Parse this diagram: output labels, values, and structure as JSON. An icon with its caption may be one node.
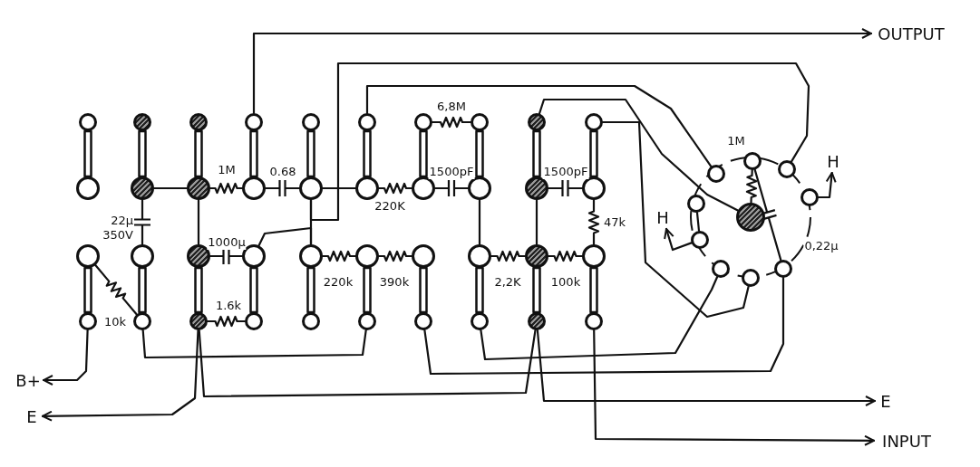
{
  "diagram": {
    "nodes": [
      {
        "text": [],
        "shape": "circle"
      },
      {
        "text": [],
        "shape": "circle"
      },
      {
        "text": [],
        "shape": "circle"
      },
      {
        "text": [],
        "shape": "circle"
      },
      {
        "text": [],
        "shape": "circle"
      },
      {
        "text": [],
        "shape": "circle"
      },
      {
        "text": [],
        "shape": "circle"
      },
      {
        "text": [],
        "shape": "circle"
      },
      {
        "text": [],
        "shape": "circle"
      },
      {
        "text": [],
        "shape": "circle"
      },
      {
        "text": [],
        "shape": "circle"
      },
      {
        "text": [],
        "shape": "circle"
      },
      {
        "text": [],
        "shape": "circle"
      },
      {
        "text": [],
        "shape": "circle"
      },
      {
        "text": [],
        "shape": "circle"
      },
      {
        "text": [],
        "shape": "circle"
      },
      {
        "text": [],
        "shape": "circle"
      },
      {
        "text": [],
        "shape": "circle"
      },
      {
        "text": [],
        "shape": "circle"
      },
      {
        "text": [],
        "shape": "circle"
      },
      {
        "text": [],
        "shape": "circle"
      },
      {
        "text": [],
        "shape": "circle"
      },
      {
        "text": [],
        "shape": "circle"
      },
      {
        "text": [],
        "shape": "circle"
      },
      {
        "text": [],
        "shape": "circle"
      },
      {
        "text": [],
        "shape": "circle"
      },
      {
        "text": [],
        "shape": "circle"
      },
      {
        "text": [],
        "shape": "circle"
      },
      {
        "text": [],
        "shape": "circle"
      },
      {
        "text": [],
        "shape": "circle"
      },
      {
        "text": [],
        "shape": "circle"
      },
      {
        "text": [],
        "shape": "circle"
      },
      {
        "text": [],
        "shape": "circle"
      },
      {
        "text": [],
        "shape": "circle"
      },
      {
        "text": [],
        "shape": "circle"
      },
      {
        "text": [],
        "shape": "circle"
      },
      {
        "text": [],
        "shape": "circle"
      },
      {
        "text": [],
        "shape": "circle"
      },
      {
        "text": [],
        "shape": "circle"
      },
      {
        "text": [],
        "shape": "circle"
      },
      {
        "text": [],
        "shape": "circle"
      },
      {
        "text": [],
        "shape": "circle"
      },
      {
        "text": [],
        "shape": "circle"
      },
      {
        "text": [],
        "shape": "circle"
      },
      {
        "text": [],
        "shape": "circle"
      },
      {
        "text": [],
        "shape": "circle"
      },
      {
        "text": [],
        "shape": "circle"
      },
      {
        "text": [],
        "shape": "circle"
      },
      {
        "text": [],
        "shape": "circle"
      },
      {
        "text": [],
        "shape": "circle"
      },
      {
        "text": [
          "OUTPUT"
        ]
      },
      {
        "text": [
          "H"
        ]
      },
      {
        "text": [
          "H"
        ]
      },
      {
        "text": [
          "B+"
        ]
      },
      {
        "text": [
          "E"
        ]
      },
      {
        "text": [
          "E"
        ]
      },
      {
        "text": [
          "INPUT"
        ]
      }
    ],
    "edges": [
      {
        "from": 0,
        "to": 10,
        "arrow": "none",
        "style": "thick"
      },
      {
        "from": 20,
        "to": 30,
        "arrow": "none",
        "style": "thick"
      },
      {
        "from": 1,
        "to": 11,
        "arrow": "none",
        "style": "thick"
      },
      {
        "from": 21,
        "to": 31,
        "arrow": "none",
        "style": "thick"
      },
      {
        "from": 2,
        "to": 12,
        "arrow": "none",
        "style": "thick"
      },
      {
        "from": 22,
        "to": 32,
        "arrow": "none",
        "style": "thick"
      },
      {
        "from": 3,
        "to": 13,
        "arrow": "none",
        "style": "thick"
      },
      {
        "from": 23,
        "to": 33,
        "arrow": "none",
        "style": "thick"
      },
      {
        "from": 4,
        "to": 14,
        "arrow": "none",
        "style": "thick"
      },
      {
        "from": 24,
        "to": 34,
        "arrow": "none",
        "style": "thick"
      },
      {
        "from": 5,
        "to": 15,
        "arrow": "none",
        "style": "thick"
      },
      {
        "from": 25,
        "to": 35,
        "arrow": "none",
        "style": "thick"
      },
      {
        "from": 6,
        "to": 16,
        "arrow": "none",
        "style": "thick"
      },
      {
        "from": 26,
        "to": 36,
        "arrow": "none",
        "style": "thick"
      },
      {
        "from": 7,
        "to": 17,
        "arrow": "none",
        "style": "thick"
      },
      {
        "from": 27,
        "to": 37,
        "arrow": "none",
        "style": "thick"
      },
      {
        "from": 8,
        "to": 18,
        "arrow": "none",
        "style": "thick"
      },
      {
        "from": 28,
        "to": 38,
        "arrow": "none",
        "style": "thick"
      },
      {
        "from": 9,
        "to": 19,
        "arrow": "none",
        "style": "thick"
      },
      {
        "from": 29,
        "to": 39,
        "arrow": "none",
        "style": "thick"
      },
      {
        "from": 11,
        "to": 12,
        "arrow": "none"
      },
      {
        "from": 12,
        "to": 13,
        "arrow": "none",
        "label": "1M"
      },
      {
        "from": 13,
        "to": 14,
        "arrow": "none",
        "label": "0.68"
      },
      {
        "from": 14,
        "to": 15,
        "arrow": "none"
      },
      {
        "from": 15,
        "to": 16,
        "arrow": "none",
        "label": "220K"
      },
      {
        "from": 16,
        "to": 17,
        "arrow": "none",
        "label": "1500pF"
      },
      {
        "from": 6,
        "to": 7,
        "arrow": "none",
        "label": "6,8M"
      },
      {
        "from": 18,
        "to": 19,
        "arrow": "none",
        "label": "1500pF"
      },
      {
        "from": 19,
        "to": 29,
        "arrow": "none",
        "label": "47k"
      },
      {
        "from": 11,
        "to": 21,
        "arrow": "none",
        "label": "22μ 350V"
      },
      {
        "from": 20,
        "to": 31,
        "arrow": "none",
        "label": "10k"
      },
      {
        "from": 12,
        "to": 22,
        "arrow": "none"
      },
      {
        "from": 22,
        "to": 23,
        "arrow": "none",
        "label": "1000μ"
      },
      {
        "from": 32,
        "to": 33,
        "arrow": "none",
        "label": "1.6k"
      },
      {
        "from": 14,
        "to": 24,
        "arrow": "none"
      },
      {
        "from": 24,
        "to": 25,
        "arrow": "none",
        "label": "220k"
      },
      {
        "from": 25,
        "to": 26,
        "arrow": "none",
        "label": "390k"
      },
      {
        "from": 17,
        "to": 27,
        "arrow": "none"
      },
      {
        "from": 27,
        "to": 28,
        "arrow": "none",
        "label": "2,2K"
      },
      {
        "from": 28,
        "to": 29,
        "arrow": "none",
        "label": "100k"
      },
      {
        "from": 18,
        "to": 28,
        "arrow": "none"
      },
      {
        "from": 23,
        "to": 24,
        "arrow": "none"
      },
      {
        "from": 14,
        "to": 42,
        "arrow": "none"
      },
      {
        "from": 3,
        "to": 50,
        "arrow": "to"
      },
      {
        "from": 5,
        "to": 40,
        "arrow": "none"
      },
      {
        "from": 8,
        "to": 45,
        "arrow": "none"
      },
      {
        "from": 9,
        "to": 49,
        "arrow": "none"
      },
      {
        "from": 41,
        "to": 45,
        "arrow": "none",
        "label": "1M"
      },
      {
        "from": 41,
        "to": 48,
        "arrow": "none",
        "label": "0,22μ"
      },
      {
        "from": 43,
        "to": 46,
        "arrow": "none"
      },
      {
        "from": 46,
        "to": 52,
        "arrow": "to"
      },
      {
        "from": 44,
        "to": 51,
        "arrow": "to"
      },
      {
        "from": 30,
        "to": 53,
        "arrow": "to"
      },
      {
        "from": 31,
        "to": 35,
        "arrow": "none"
      },
      {
        "from": 32,
        "to": 55,
        "arrow": "to"
      },
      {
        "from": 32,
        "to": 38,
        "arrow": "none"
      },
      {
        "from": 38,
        "to": 54,
        "arrow": "to"
      },
      {
        "from": 39,
        "to": 56,
        "arrow": "to"
      },
      {
        "from": 36,
        "to": 48,
        "arrow": "none"
      },
      {
        "from": 37,
        "to": 47,
        "arrow": "none"
      }
    ]
  }
}
